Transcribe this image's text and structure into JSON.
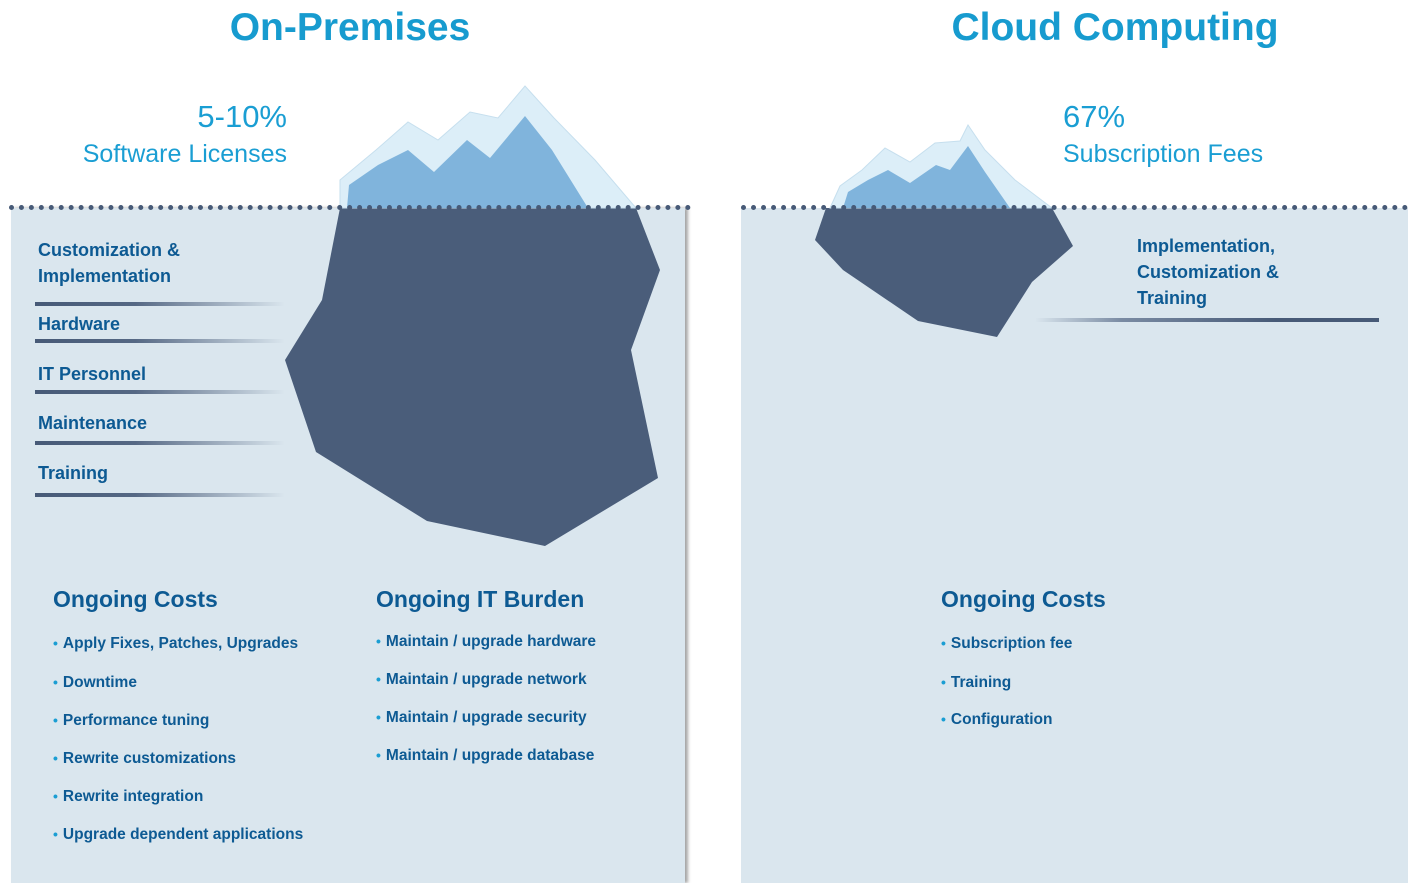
{
  "left": {
    "title": "On-Premises",
    "percent": "5-10%",
    "percent_label": "Software Licenses",
    "cost_items": [
      "Customization & Implementation",
      "Hardware",
      "IT Personnel",
      "Maintenance",
      "Training"
    ],
    "ongoing_costs": {
      "heading": "Ongoing Costs",
      "items": [
        "Apply Fixes, Patches, Upgrades",
        "Downtime",
        "Performance tuning",
        "Rewrite customizations",
        "Rewrite integration",
        "Upgrade dependent applications"
      ]
    },
    "ongoing_it_burden": {
      "heading": "Ongoing IT Burden",
      "items": [
        "Maintain / upgrade hardware",
        "Maintain / upgrade network",
        "Maintain / upgrade security",
        "Maintain / upgrade database"
      ]
    }
  },
  "right": {
    "title": "Cloud Computing",
    "percent": "67%",
    "percent_label": "Subscription Fees",
    "cost_item": "Implementation, Customization & Training",
    "ongoing_costs": {
      "heading": "Ongoing Costs",
      "items": [
        "Subscription fee",
        "Training",
        "Configuration"
      ]
    }
  },
  "colors": {
    "title_blue": "#179bcf",
    "text_navy": "#0d5a93",
    "panel_bg": "#dae6ee",
    "iceberg_underwater": "#4a5d7a",
    "iceberg_tip": "#7fb3dc",
    "iceberg_snow": "#dceef8"
  }
}
